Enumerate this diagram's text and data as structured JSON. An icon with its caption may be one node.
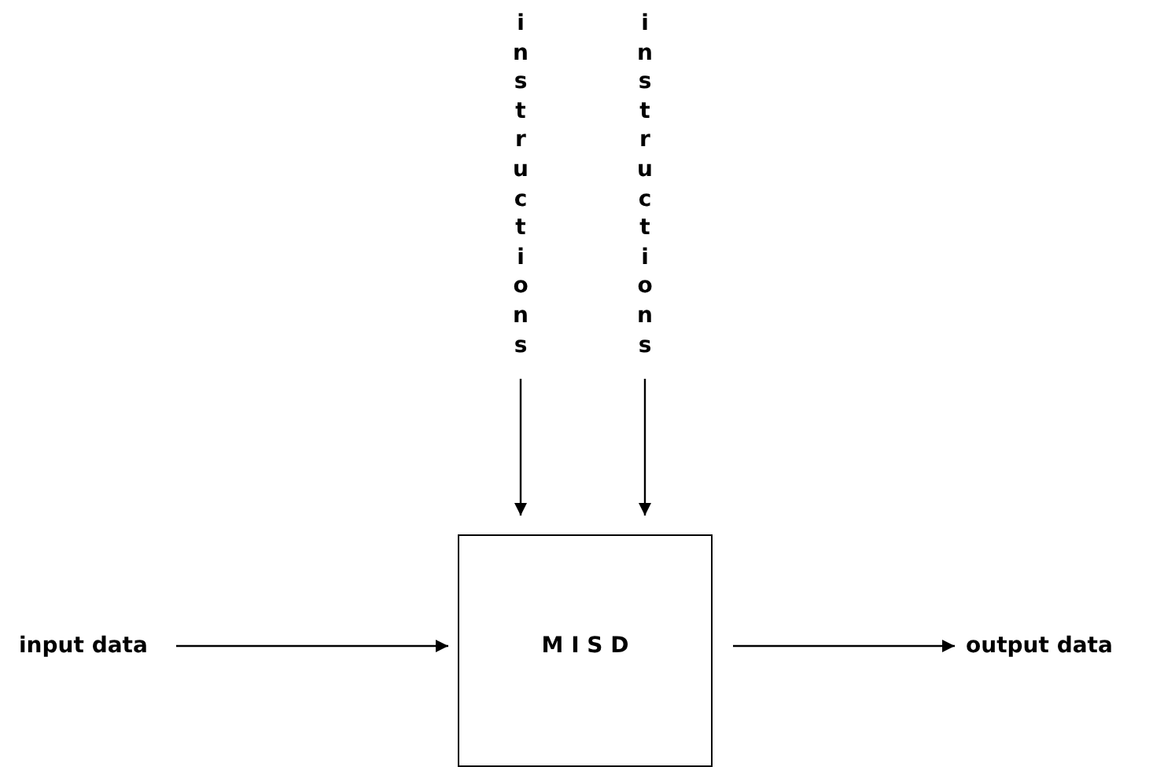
{
  "diagram": {
    "nodes": [
      {
        "text": [
          "instructions"
        ]
      },
      {
        "text": [
          "instructions"
        ]
      },
      {
        "text": [
          "M I S D"
        ]
      },
      {
        "text": [
          "input data"
        ]
      },
      {
        "text": [
          "output data"
        ]
      }
    ],
    "edges": [
      {
        "from": 0,
        "to": 2,
        "arrow": "to"
      },
      {
        "from": 1,
        "to": 2,
        "arrow": "to"
      },
      {
        "from": 3,
        "to": 2,
        "arrow": "to"
      },
      {
        "from": 2,
        "to": 4,
        "arrow": "to"
      }
    ]
  }
}
